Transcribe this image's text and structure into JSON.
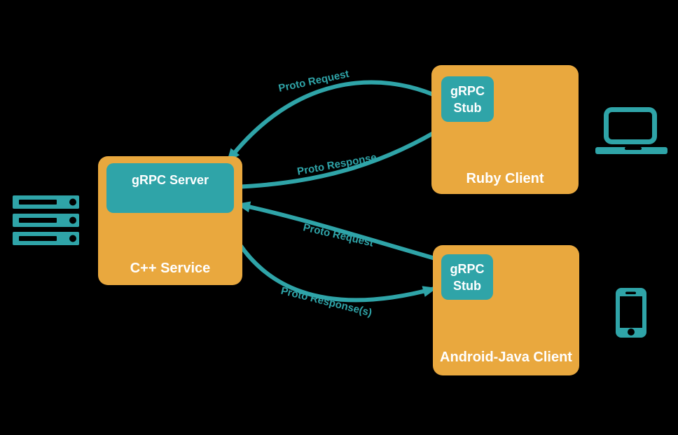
{
  "diagram": {
    "colors": {
      "bg": "#000000",
      "orange": "#E9A83E",
      "teal": "#2FA4A8",
      "text_light": "#FFFFFF"
    },
    "nodes": {
      "service": {
        "inner": "gRPC Server",
        "title": "C++ Service"
      },
      "ruby_client": {
        "inner": "gRPC Stub",
        "title": "Ruby Client"
      },
      "android_client": {
        "inner": "gRPC Stub",
        "title": "Android-Java Client"
      }
    },
    "edges": [
      {
        "label": "Proto Request",
        "from": "ruby-grpc-stub",
        "to": "grpc-server"
      },
      {
        "label": "Proto Response",
        "from": "grpc-server",
        "to": "ruby-grpc-stub"
      },
      {
        "label": "Proto Request",
        "from": "android-grpc-stub",
        "to": "grpc-server"
      },
      {
        "label": "Proto Response(s)",
        "from": "grpc-server",
        "to": "android-grpc-stub"
      }
    ],
    "icons": [
      {
        "name": "server-rack-icon"
      },
      {
        "name": "laptop-icon"
      },
      {
        "name": "smartphone-icon"
      }
    ]
  }
}
